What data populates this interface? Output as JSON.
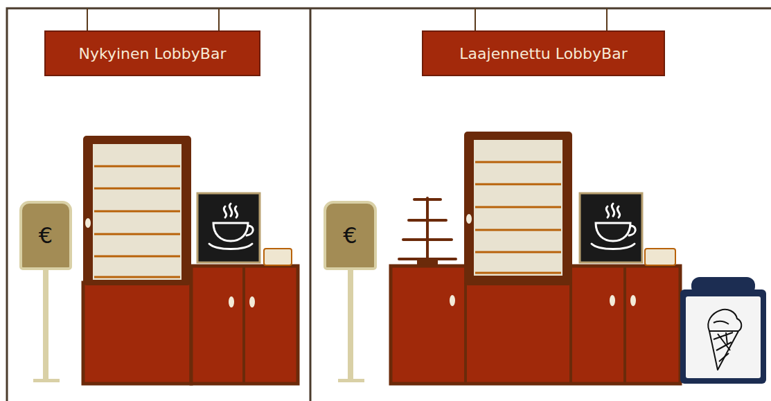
{
  "diagram": {
    "nodes": [
      {
        "text": [
          "Nykyinen LobbyBar"
        ]
      },
      {
        "text": [
          "€"
        ]
      },
      {
        "text": [
          "Laajennettu LobbyBar"
        ]
      },
      {
        "text": [
          "€"
        ]
      }
    ]
  }
}
